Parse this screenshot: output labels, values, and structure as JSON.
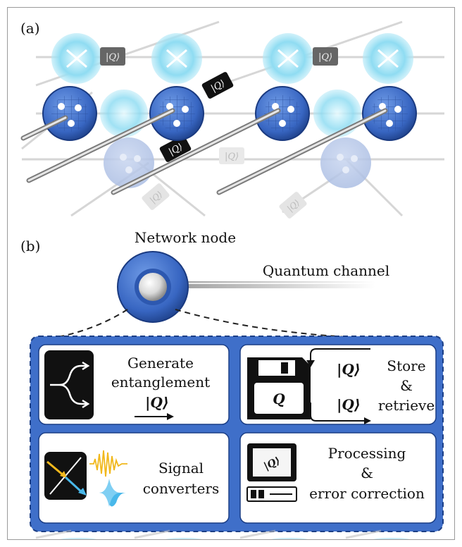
{
  "panel_a": {
    "label": "(a)",
    "ket_label": "|Q⟩"
  },
  "panel_b": {
    "label": "(b)",
    "node_label": "Network node",
    "channel_label": "Quantum channel"
  },
  "functions": [
    {
      "id": "generate",
      "lines": [
        "Generate",
        "entanglement"
      ],
      "ket": "|Q⟩",
      "icon": "branch-split-icon"
    },
    {
      "id": "store",
      "lines": [
        "Store",
        "&",
        "retrieve"
      ],
      "kets": [
        "|Q⟩",
        "|Q⟩"
      ],
      "disk_letter": "Q",
      "icon": "floppy-disk-icon"
    },
    {
      "id": "signal",
      "lines": [
        "Signal",
        "converters"
      ],
      "icon": "beam-splitter-icon"
    },
    {
      "id": "processing",
      "lines": [
        "Processing",
        "&",
        "error correction"
      ],
      "screen_ket": "|Q⟩",
      "icon": "computer-icon"
    }
  ],
  "colors": {
    "node_blue": "#3f6fc9",
    "dark_blue": "#1c3f86",
    "light_cyan": "#7fd6ef",
    "arrow_yellow": "#f1b81c",
    "arrow_cyan": "#49b8ea"
  }
}
